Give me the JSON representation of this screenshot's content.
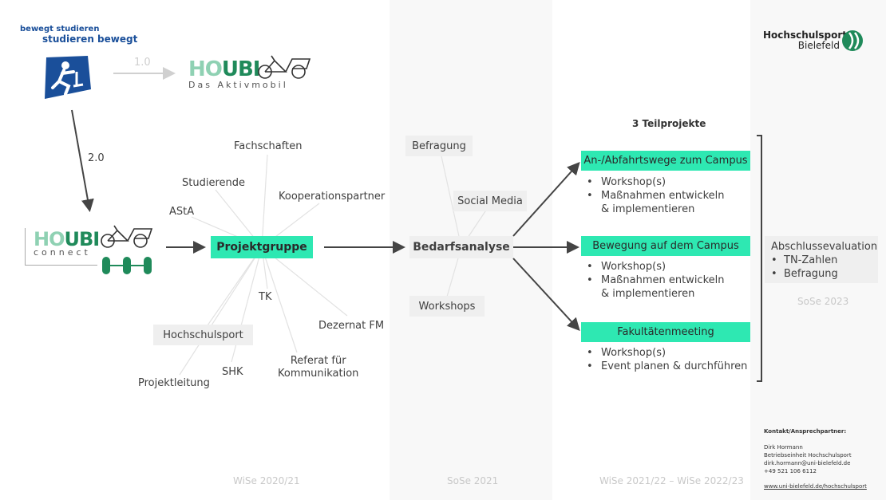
{
  "logo_left": {
    "line1": "bewegt studieren",
    "line2": "studieren bewegt"
  },
  "logo_right": {
    "line1": "Hochschulsport",
    "line2": "Bielefeld"
  },
  "houbi1": {
    "name_a": "HO",
    "name_b": "UBI",
    "subtitle": "Das Aktivmobil"
  },
  "houbi2": {
    "name_a": "HO",
    "name_b": "UBI",
    "subtitle": "connect"
  },
  "versions": {
    "v1": "1.0",
    "v2": "2.0"
  },
  "stakeholders": {
    "fachschaften": "Fachschaften",
    "studierende": "Studierende",
    "asta": "AStA",
    "kooperationspartner": "Kooperationspartner",
    "tk": "TK",
    "dezernat": "Dezernat FM",
    "hochschulsport": "Hochschulsport",
    "shk": "SHK",
    "projektleitung": "Projektleitung",
    "referat1": "Referat für",
    "referat2": "Kommunikation"
  },
  "projektgruppe": "Projektgruppe",
  "bedarfsanalyse": "Bedarfsanalyse",
  "methods": {
    "befragung": "Befragung",
    "social": "Social Media",
    "workshops": "Workshops"
  },
  "teilprojekte_title": "3 Teilprojekte",
  "teilprojekte": [
    {
      "title": "An-/Abfahrtswege zum Campus",
      "b1": "Workshop(s)",
      "b2": "Maßnahmen entwickeln",
      "b3": "& implementieren"
    },
    {
      "title": "Bewegung auf dem Campus",
      "b1": "Workshop(s)",
      "b2": "Maßnahmen entwickeln",
      "b3": "& implementieren"
    },
    {
      "title": "Fakultätenmeeting",
      "b1": "Workshop(s)",
      "b2": "Event planen & durchführen"
    }
  ],
  "evaluation": {
    "title": "Abschlussevaluation",
    "b1": "TN-Zahlen",
    "b2": "Befragung",
    "phase": "SoSe 2023"
  },
  "phases": {
    "p1": "WiSe 2020/21",
    "p2": "SoSe 2021",
    "p3": "WiSe 2021/22 – WiSe 2022/23"
  },
  "bullet": "•",
  "contact": {
    "heading": "Kontakt/Ansprechpartner:",
    "name": "Dirk Hormann",
    "unit": "Betriebseinheit Hochschulsport",
    "email": "dirk.hormann@uni-bielefeld.de",
    "phone": "+49 521 106 6112",
    "web": "www.uni-bielefeld.de/hochschulsport"
  },
  "colors": {
    "green_box": "#2ee8b2",
    "brand_green": "#1f8a5a",
    "brand_blue": "#1a4f9a"
  }
}
